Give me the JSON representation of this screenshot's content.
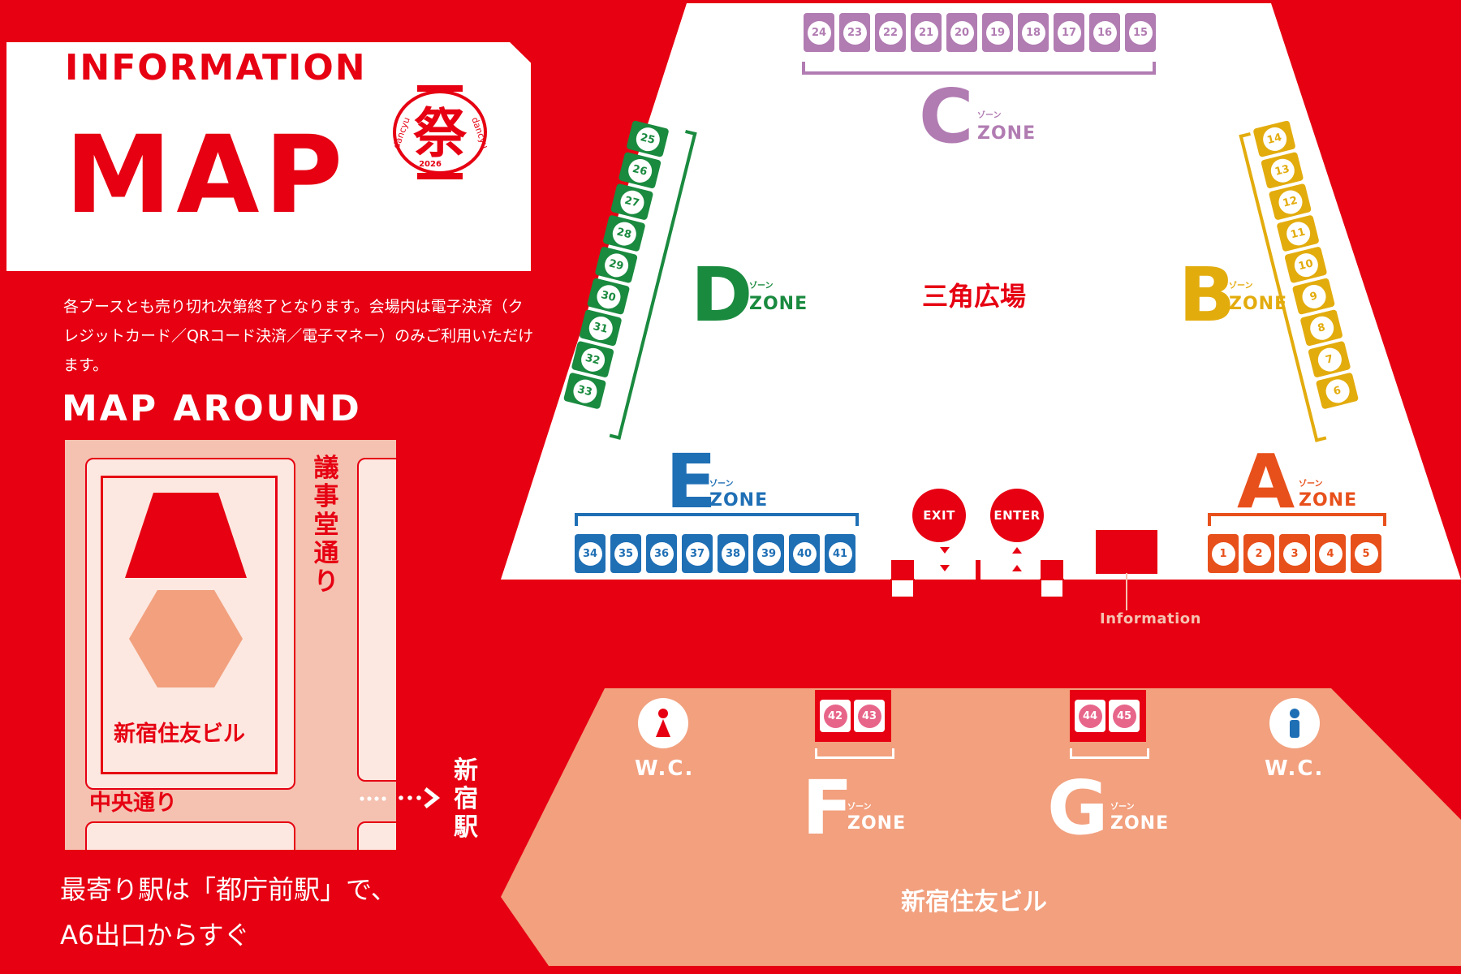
{
  "header": {
    "title_small": "INFORMATION",
    "title_big": "MAP",
    "logo": {
      "center_char": "祭",
      "left_text": "dancyu",
      "right_text": "dancyu",
      "year": "2026"
    }
  },
  "notice": "各ブースとも売り切れ次第終了となります。会場内は電子決済（クレジットカード／QRコード決済／電子マネー）のみご利用いただけます。",
  "map_around": {
    "title": "MAP AROUND",
    "building_label": "新宿住友ビル",
    "street_vertical": "議事堂通り",
    "street_horizontal": "中央通り",
    "station_label": "新宿駅",
    "access_line1": "最寄り駅は「都庁前駅」で、",
    "access_line2": "A6出口からすぐ"
  },
  "plaza": {
    "name": "三角広場"
  },
  "zones": {
    "A": {
      "letter": "A",
      "word": "ZONE",
      "kana": "ゾーン",
      "color": "#e8501b",
      "booths": [
        "1",
        "2",
        "3",
        "4",
        "5"
      ]
    },
    "B": {
      "letter": "B",
      "word": "ZONE",
      "kana": "ゾーン",
      "color": "#e3ac0d",
      "booths": [
        "14",
        "13",
        "12",
        "11",
        "10",
        "9",
        "8",
        "7",
        "6"
      ]
    },
    "C": {
      "letter": "C",
      "word": "ZONE",
      "kana": "ゾーン",
      "color": "#b17cb2",
      "booths": [
        "24",
        "23",
        "22",
        "21",
        "20",
        "19",
        "18",
        "17",
        "16",
        "15"
      ]
    },
    "D": {
      "letter": "D",
      "word": "ZONE",
      "kana": "ゾーン",
      "color": "#1a8a3f",
      "booths": [
        "25",
        "26",
        "27",
        "28",
        "29",
        "30",
        "31",
        "32",
        "33"
      ]
    },
    "E": {
      "letter": "E",
      "word": "ZONE",
      "kana": "ゾーン",
      "color": "#1f6fb5",
      "booths": [
        "34",
        "35",
        "36",
        "37",
        "38",
        "39",
        "40",
        "41"
      ]
    },
    "F": {
      "letter": "F",
      "word": "ZONE",
      "kana": "ゾーン",
      "color": "#e60012",
      "booths": [
        "42",
        "43"
      ]
    },
    "G": {
      "letter": "G",
      "word": "ZONE",
      "kana": "ゾーン",
      "color": "#e60012",
      "booths": [
        "44",
        "45"
      ]
    }
  },
  "entrance": {
    "exit": "EXIT",
    "enter": "ENTER",
    "information": "Information"
  },
  "lower_hall": {
    "label": "新宿住友ビル",
    "wc_left": "W.C.",
    "wc_right": "W.C."
  },
  "colors": {
    "background": "#e60012",
    "plaza": "#ffffff",
    "lower_hall": "#f2a07e",
    "map_around_bg": "#f5c1b0"
  }
}
